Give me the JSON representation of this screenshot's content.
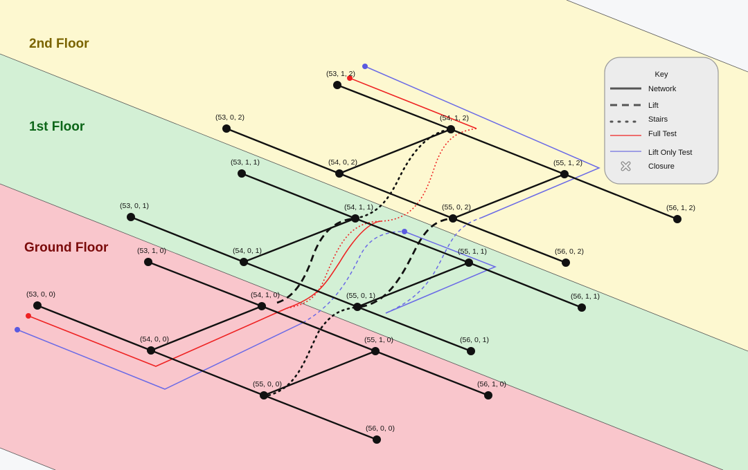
{
  "floors": [
    {
      "label": "2nd Floor",
      "band_color": "#fdf8d0",
      "text_color": "#7a6400"
    },
    {
      "label": "1st Floor",
      "band_color": "#d3f0d5",
      "text_color": "#0c6618"
    },
    {
      "label": "Ground Floor",
      "band_color": "#f9c6cc",
      "text_color": "#7a0a0a"
    }
  ],
  "nodes": [
    {
      "id": "n0",
      "label": "(53, 1, 2)"
    },
    {
      "id": "n1",
      "label": "(54, 1, 2)"
    },
    {
      "id": "n2",
      "label": "(55, 1, 2)"
    },
    {
      "id": "n3",
      "label": "(56, 1, 2)"
    },
    {
      "id": "n4",
      "label": "(53, 0, 2)"
    },
    {
      "id": "n5",
      "label": "(54, 0, 2)"
    },
    {
      "id": "n6",
      "label": "(55, 0, 2)"
    },
    {
      "id": "n7",
      "label": "(56, 0, 2)"
    },
    {
      "id": "n8",
      "label": "(53, 1, 1)"
    },
    {
      "id": "n9",
      "label": "(54, 1, 1)"
    },
    {
      "id": "n10",
      "label": "(55, 1, 1)"
    },
    {
      "id": "n11",
      "label": "(56, 1, 1)"
    },
    {
      "id": "n12",
      "label": "(53, 0, 1)"
    },
    {
      "id": "n13",
      "label": "(54, 0, 1)"
    },
    {
      "id": "n14",
      "label": "(55, 0, 1)"
    },
    {
      "id": "n15",
      "label": "(56, 0, 1)"
    },
    {
      "id": "n16",
      "label": "(53, 1, 0)"
    },
    {
      "id": "n17",
      "label": "(54, 1, 0)"
    },
    {
      "id": "n18",
      "label": "(55, 1, 0)"
    },
    {
      "id": "n19",
      "label": "(56, 1, 0)"
    },
    {
      "id": "n20",
      "label": "(53, 0, 0)"
    },
    {
      "id": "n21",
      "label": "(54, 0, 0)"
    },
    {
      "id": "n22",
      "label": "(55, 0, 0)"
    },
    {
      "id": "n23",
      "label": "(56, 0, 0)"
    }
  ],
  "key": {
    "title": "Key",
    "items": [
      {
        "label": "Network",
        "icon": "solid-line-icon"
      },
      {
        "label": "Lift",
        "icon": "dashed-line-icon"
      },
      {
        "label": "Stairs",
        "icon": "dotted-line-icon"
      },
      {
        "label": "Full Test",
        "icon": "red-line-icon",
        "color": "#ee2222"
      },
      {
        "label": "Lift Only Test",
        "icon": "blue-line-icon",
        "color": "#7070e0"
      },
      {
        "label": "Closure",
        "icon": "closure-x-icon"
      }
    ]
  },
  "colors": {
    "network": "#111111",
    "full_test": "#ee2222",
    "lift_only_test": "#6a6ae6",
    "key_background": "#ececec",
    "key_border": "#9a9a9a"
  }
}
